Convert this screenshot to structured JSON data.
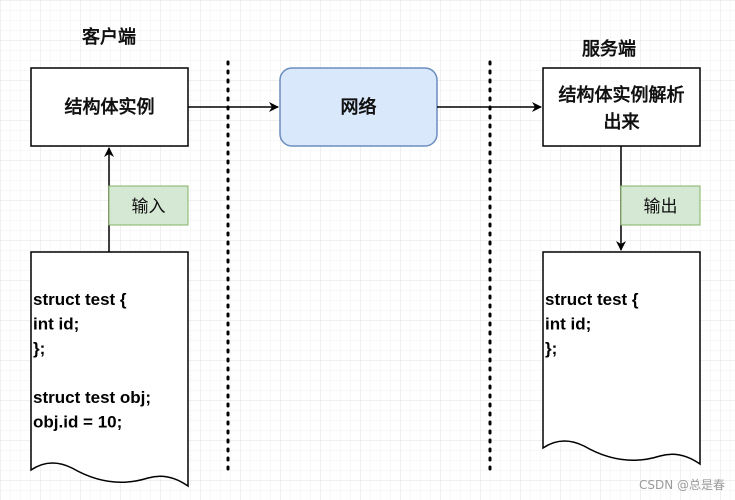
{
  "client": {
    "title": "客户端",
    "box_label": "结构体实例",
    "input_tag": "输入",
    "code_lines": [
      "struct test {",
      "int id;",
      "};",
      "",
      "struct test obj;",
      "obj.id = 10;"
    ]
  },
  "network": {
    "label": "网络",
    "fill": "#dae8fc",
    "stroke": "#6c8ebf"
  },
  "server": {
    "title": "服务端",
    "box_label_line1": "结构体实例解析",
    "box_label_line2": "出来",
    "output_tag": "输出",
    "code_lines": [
      "struct test {",
      "int id;",
      "};"
    ]
  },
  "tag_style": {
    "fill": "#d5e8d4",
    "stroke": "#82b366"
  },
  "watermark": "CSDN @总是春"
}
